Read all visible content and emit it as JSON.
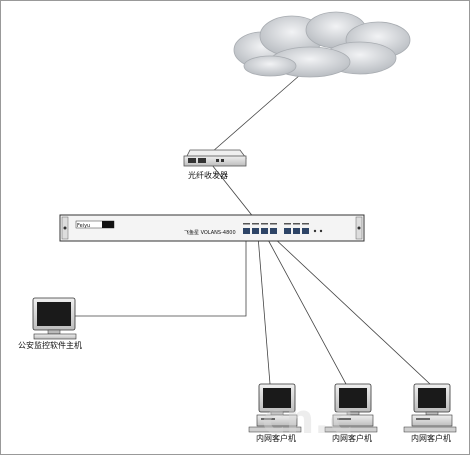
{
  "nodes": {
    "transceiver": {
      "label": "光纤收发器"
    },
    "router": {
      "brand_text": "Feiyu",
      "model_text": "飞鱼星 VOLANS-4800"
    },
    "police_pc": {
      "label": "公安监控软件主机"
    },
    "clients": [
      {
        "label": "内网客户机"
      },
      {
        "label": "内网客户机"
      },
      {
        "label": "内网客户机"
      }
    ]
  },
  "watermark": {
    "text": "cn.c"
  },
  "colors": {
    "line": "#444444",
    "cloud": "#cfd2d6",
    "device": "#d9d9d9",
    "screen": "#1a1a1a"
  }
}
